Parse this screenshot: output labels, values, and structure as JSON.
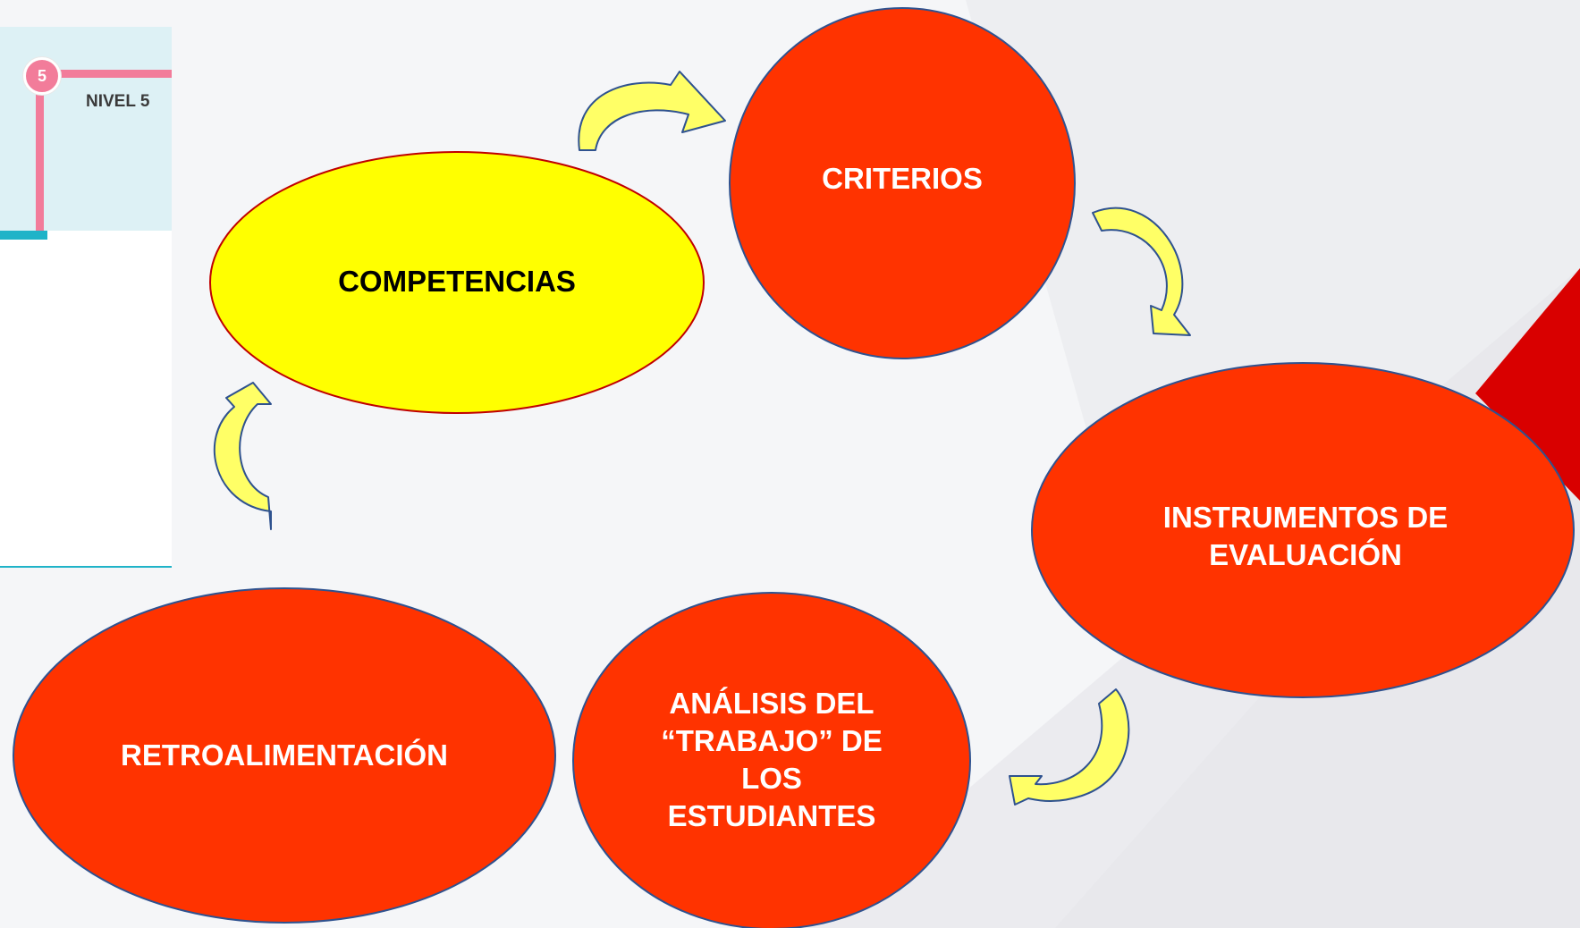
{
  "inset": {
    "badge_number": "5",
    "level_label": "NIVEL 5"
  },
  "nodes": [
    {
      "id": "competencias",
      "label": "COMPETENCIAS",
      "fill": "#ffff00",
      "stroke": "#c00000",
      "text_color": "#000000"
    },
    {
      "id": "criterios",
      "label": "CRITERIOS",
      "fill": "#ff3300",
      "stroke": "#2f528f",
      "text_color": "#ffffff"
    },
    {
      "id": "instrumentos",
      "label": "INSTRUMENTOS DE\nEVALUACIÓN",
      "fill": "#ff3300",
      "stroke": "#2f528f",
      "text_color": "#ffffff"
    },
    {
      "id": "analisis",
      "label": "ANÁLISIS DEL\n“TRABAJO” DE\nLOS\nESTUDIANTES",
      "fill": "#ff3300",
      "stroke": "#2f528f",
      "text_color": "#ffffff"
    },
    {
      "id": "retroalimentacion",
      "label": "RETROALIMENTACIÓN",
      "fill": "#ff3300",
      "stroke": "#2f528f",
      "text_color": "#ffffff"
    }
  ],
  "arrows": {
    "fill": "#ffff66",
    "stroke": "#2f528f"
  },
  "colors": {
    "inset_bg": "#ddf1f5",
    "inset_line_pink": "#f27c9a",
    "inset_line_teal": "#1fb3c8",
    "corner_red": "#d90000"
  }
}
